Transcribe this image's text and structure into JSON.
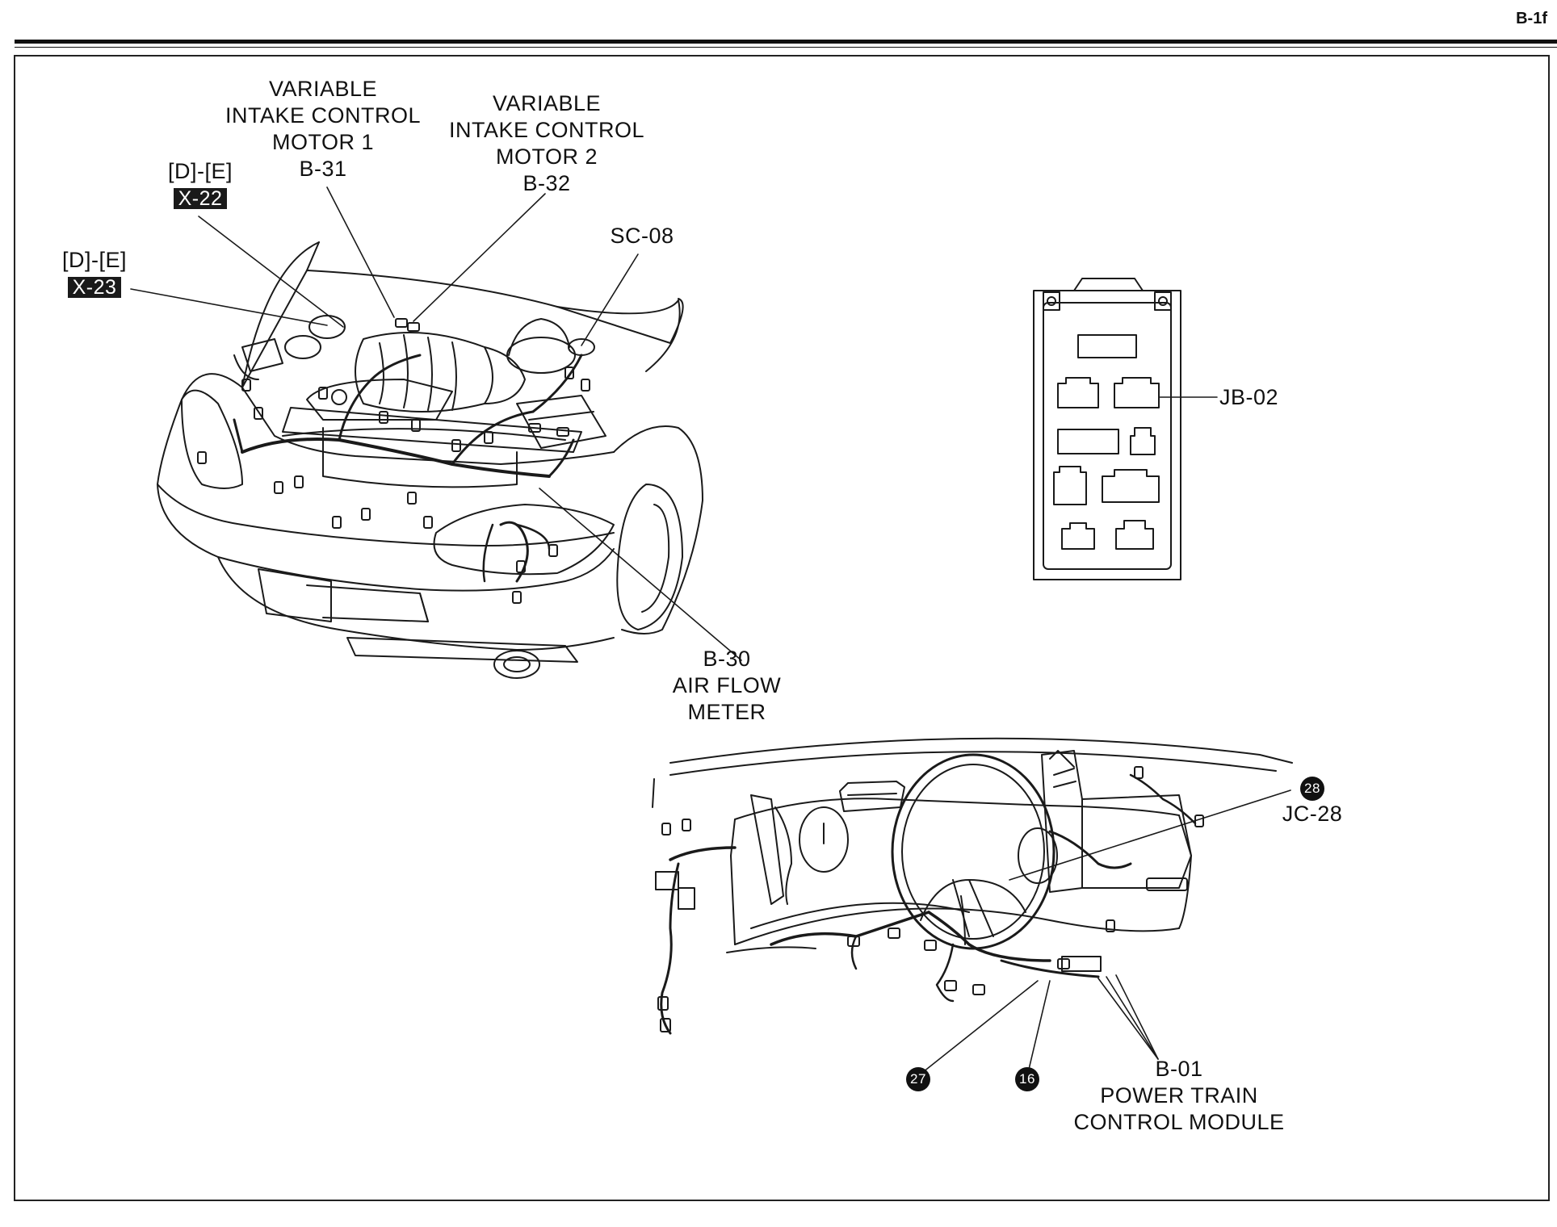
{
  "page_id": "B-1f",
  "labels": {
    "vicm1": {
      "line1": "VARIABLE",
      "line2": "INTAKE CONTROL",
      "line3": "MOTOR 1",
      "code": "B-31"
    },
    "vicm2": {
      "line1": "VARIABLE",
      "line2": "INTAKE CONTROL",
      "line3": "MOTOR 2",
      "code": "B-32"
    },
    "x22": {
      "range": "[D]-[E]",
      "code": "X-22"
    },
    "x23": {
      "range": "[D]-[E]",
      "code": "X-23"
    },
    "sc08": "SC-08",
    "jb02": "JB-02",
    "afm": {
      "code": "B-30",
      "line1": "AIR FLOW",
      "line2": "METER"
    },
    "jc28": {
      "badge": "28",
      "code": "JC-28"
    },
    "ground27": "27",
    "ground16": "16",
    "pcm": {
      "code": "B-01",
      "line1": "POWER TRAIN",
      "line2": "CONTROL MODULE"
    }
  }
}
